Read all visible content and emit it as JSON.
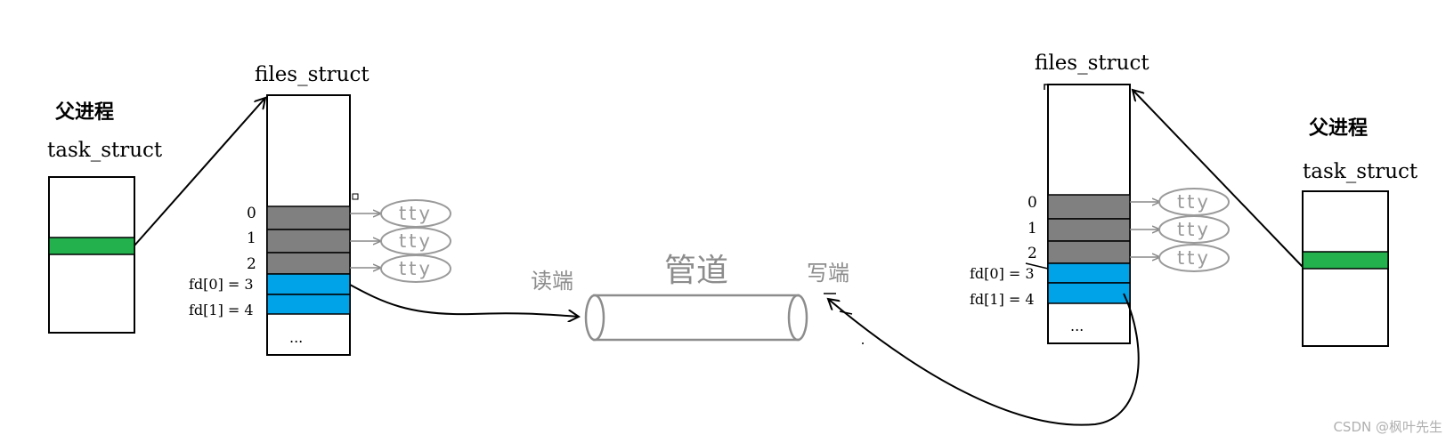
{
  "left": {
    "process_label": "父进程",
    "task_struct_label": "task_struct",
    "files_struct_label": "files_struct",
    "fd_labels": [
      "0",
      "1",
      "2",
      "fd[0] = 3",
      "fd[1] = 4"
    ],
    "ellipsis": "..."
  },
  "right": {
    "process_label": "父进程",
    "task_struct_label": "task_struct",
    "files_struct_label": "files_struct",
    "fd_labels": [
      "0",
      "1",
      "2",
      "fd[0] = 3",
      "fd[1] = 4"
    ],
    "ellipsis": "..."
  },
  "tty_label": "tty",
  "pipe": {
    "label": "管道",
    "read_end_label": "读端",
    "write_end_label": "写端"
  },
  "watermark": "CSDN @枫叶先生",
  "colors": {
    "gray_slot": "#808080",
    "blue_slot": "#00a2e8",
    "green_slot": "#22b14c",
    "tty_stroke": "#9a9a9a",
    "pipe_stroke": "#8c8c8c",
    "ink": "#000000"
  }
}
